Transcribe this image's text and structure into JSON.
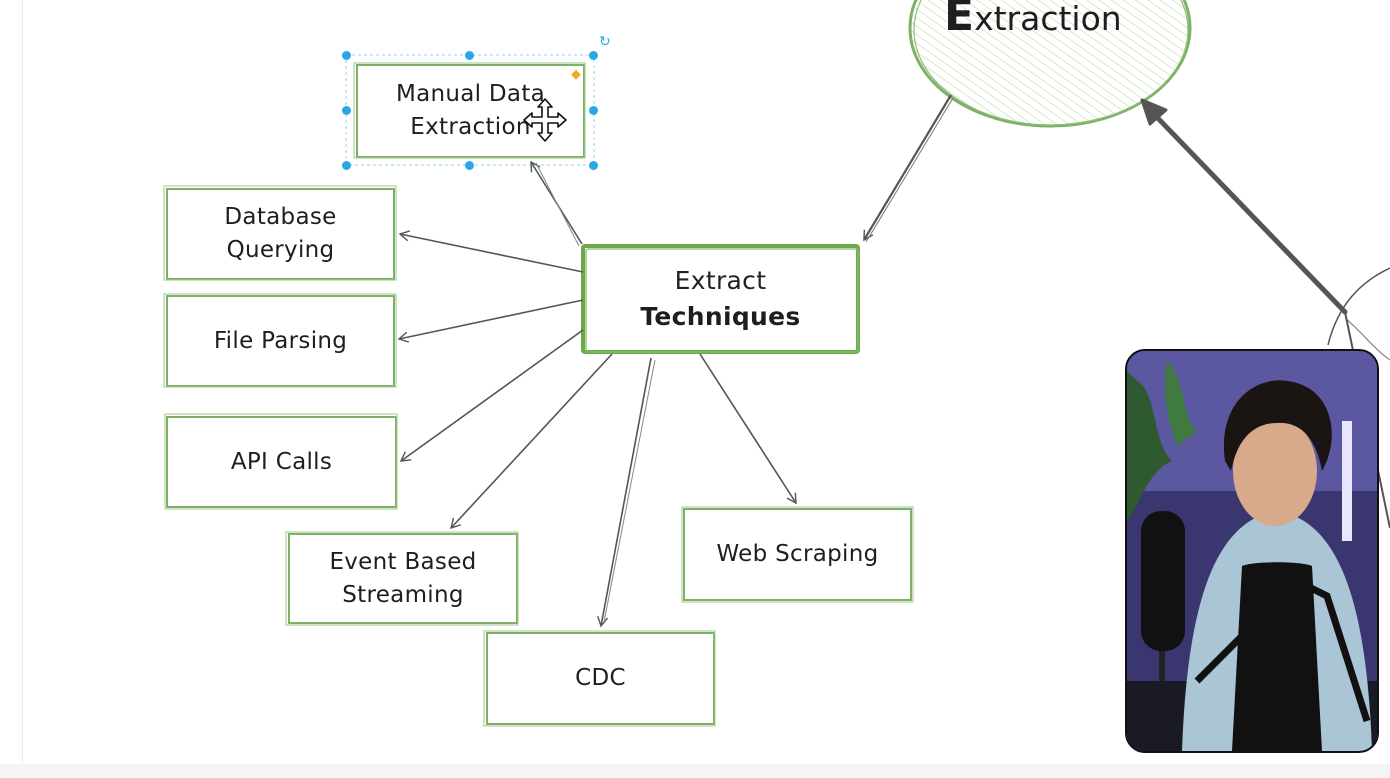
{
  "diagram": {
    "parent_title": {
      "first_letter": "E",
      "rest": "xtraction"
    },
    "center": {
      "line1": "Extract",
      "line2": "Techniques"
    },
    "nodes": {
      "manual": {
        "line1": "Manual Data",
        "line2": "Extraction"
      },
      "database": {
        "line1": "Database",
        "line2": "Querying"
      },
      "file": {
        "line1": "File Parsing"
      },
      "api": {
        "line1": "API Calls"
      },
      "event": {
        "line1": "Event Based",
        "line2": "Streaming"
      },
      "cdc": {
        "line1": "CDC"
      },
      "web": {
        "line1": "Web Scraping"
      }
    },
    "selected_node": "manual"
  },
  "colors": {
    "node_stroke": "#7fb069",
    "center_stroke": "#6aaa4a",
    "arrow": "#555555",
    "selection": "#2aa7e6",
    "hatch": "#9fc98a"
  },
  "webcam": {
    "present": true
  }
}
